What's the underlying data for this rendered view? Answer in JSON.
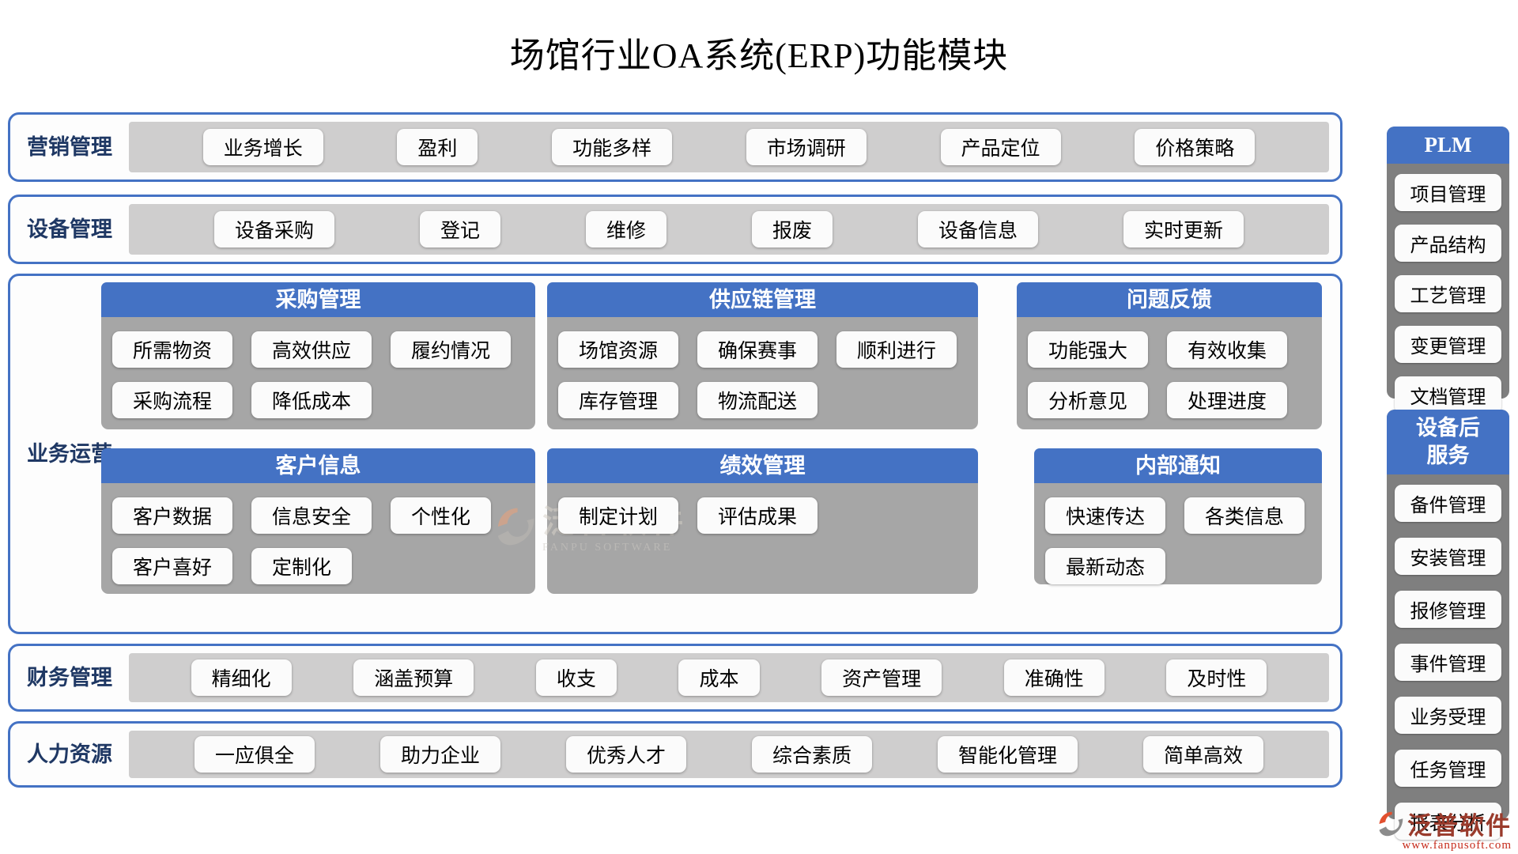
{
  "title": "场馆行业OA系统(ERP)功能模块",
  "top_rows": [
    {
      "label": "营销管理",
      "items": [
        "业务增长",
        "盈利",
        "功能多样",
        "市场调研",
        "产品定位",
        "价格策略"
      ]
    },
    {
      "label": "设备管理",
      "items": [
        "设备采购",
        "登记",
        "维修",
        "报废",
        "设备信息",
        "实时更新"
      ]
    }
  ],
  "business": {
    "label": "业务运营",
    "panels": [
      {
        "title": "采购管理",
        "rows": [
          [
            "所需物资",
            "高效供应",
            "履约情况"
          ],
          [
            "采购流程",
            "降低成本"
          ]
        ]
      },
      {
        "title": "供应链管理",
        "rows": [
          [
            "场馆资源",
            "确保赛事",
            "顺利进行"
          ],
          [
            "库存管理",
            "物流配送"
          ]
        ]
      },
      {
        "title": "问题反馈",
        "rows": [
          [
            "功能强大",
            "有效收集"
          ],
          [
            "分析意见",
            "处理进度"
          ]
        ]
      },
      {
        "title": "客户信息",
        "rows": [
          [
            "客户数据",
            "信息安全",
            "个性化"
          ],
          [
            "客户喜好",
            "定制化"
          ]
        ]
      },
      {
        "title": "绩效管理",
        "rows": [
          [
            "制定计划",
            "评估成果"
          ]
        ]
      },
      {
        "title": "内部通知",
        "rows": [
          [
            "快速传达",
            "各类信息"
          ],
          [
            "最新动态"
          ]
        ]
      }
    ]
  },
  "bottom_rows": [
    {
      "label": "财务管理",
      "items": [
        "精细化",
        "涵盖预算",
        "收支",
        "成本",
        "资产管理",
        "准确性",
        "及时性"
      ]
    },
    {
      "label": "人力资源",
      "items": [
        "一应俱全",
        "助力企业",
        "优秀人才",
        "综合素质",
        "智能化管理",
        "简单高效"
      ]
    }
  ],
  "sidebar": {
    "plm": {
      "title": "PLM",
      "items": [
        "项目管理",
        "产品结构",
        "工艺管理",
        "变更管理",
        "文档管理"
      ]
    },
    "after_service": {
      "title": "设备后服务",
      "title_lines": [
        "设备后",
        "服务"
      ],
      "items": [
        "备件管理",
        "安装管理",
        "报修管理",
        "事件管理",
        "业务受理",
        "任务管理",
        "报表分析"
      ]
    }
  },
  "watermark": {
    "name": "泛普软件",
    "name_en": "FANPU SOFTWARE"
  },
  "logo": {
    "name": "泛普软件",
    "url": "www.fanpusoft.com"
  },
  "colors": {
    "accent_blue": "#4472C4",
    "label_navy": "#1F3864",
    "panel_body_gray": "#A6A6A6",
    "row_strip_gray": "#CFCECE",
    "sidebar_gray": "#7F7F7F",
    "chip_white": "#FBFBFB",
    "brand_text": "#9A3B2C",
    "brand_url_red": "#C62C1C"
  }
}
